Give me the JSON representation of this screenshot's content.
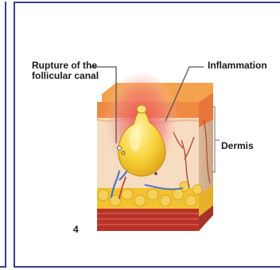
{
  "figure": {
    "number": "4",
    "labels": {
      "rupture": "Rupture of the follicular canal",
      "inflammation": "Inflammation",
      "dermis": "Dermis"
    }
  },
  "colors": {
    "frame": "#3b3f8f",
    "epidermis": "#f08a4a",
    "dermis": "#f6dcc0",
    "fat": "#f1c232",
    "muscle": "#c0392b",
    "pustule": "#f7d23a",
    "inflammation_glow": "#ee6a6a"
  }
}
